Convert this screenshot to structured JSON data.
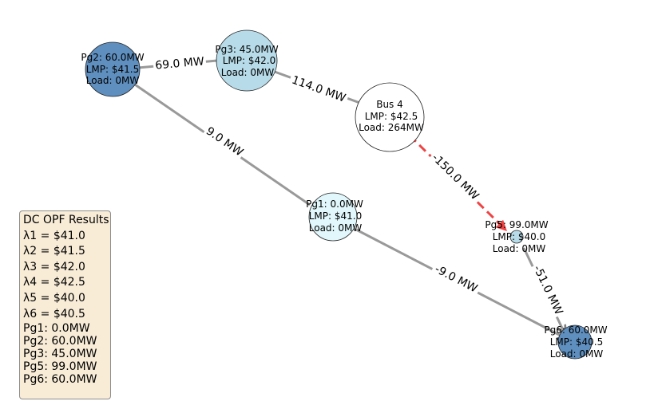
{
  "nodes": [
    {
      "id": "bus2",
      "lines": [
        "Pg2: 60.0MW",
        "LMP: $41.5",
        "Load: 0MW"
      ],
      "fill": "#5f8fbf"
    },
    {
      "id": "bus3",
      "lines": [
        "Pg3: 45.0MW",
        "LMP: $42.0",
        "Load: 0MW"
      ],
      "fill": "#b7dbe8"
    },
    {
      "id": "bus4",
      "lines": [
        "Bus 4",
        "LMP: $42.5",
        "Load: 264MW"
      ],
      "fill": "#ffffff"
    },
    {
      "id": "bus1",
      "lines": [
        "Pg1: 0.0MW",
        "LMP: $41.0",
        "Load: 0MW"
      ],
      "fill": "#e1f7fb"
    },
    {
      "id": "bus5",
      "lines": [
        "Pg5: 99.0MW",
        "LMP: $40.0",
        "Load: 0MW"
      ],
      "fill": "#b7dbe8"
    },
    {
      "id": "bus6",
      "lines": [
        "Pg6: 60.0MW",
        "LMP: $40.5",
        "Load: 0MW"
      ],
      "fill": "#5f8fbf"
    }
  ],
  "edges": [
    {
      "id": "e23",
      "label": "69.0 MW",
      "color": "#999999",
      "dashed": false
    },
    {
      "id": "e34",
      "label": "114.0 MW",
      "color": "#999999",
      "dashed": false
    },
    {
      "id": "e21",
      "label": "9.0 MW",
      "color": "#999999",
      "dashed": false
    },
    {
      "id": "e45",
      "label": "-150.0 MW",
      "color": "#ef4444",
      "dashed": true
    },
    {
      "id": "e16",
      "label": "-9.0 MW",
      "color": "#999999",
      "dashed": false
    },
    {
      "id": "e56",
      "label": "-51.0 MW",
      "color": "#999999",
      "dashed": false
    }
  ],
  "results": {
    "title": "DC OPF Results",
    "lmps": [
      "λ1 = $41.0",
      "λ2 = $41.5",
      "λ3 = $42.0",
      "λ4 = $42.5",
      "λ5 = $40.0",
      "λ6 = $40.5"
    ],
    "gens": [
      "Pg1: 0.0MW",
      "Pg2: 60.0MW",
      "Pg3: 45.0MW",
      "Pg5: 99.0MW",
      "Pg6: 60.0MW"
    ]
  }
}
